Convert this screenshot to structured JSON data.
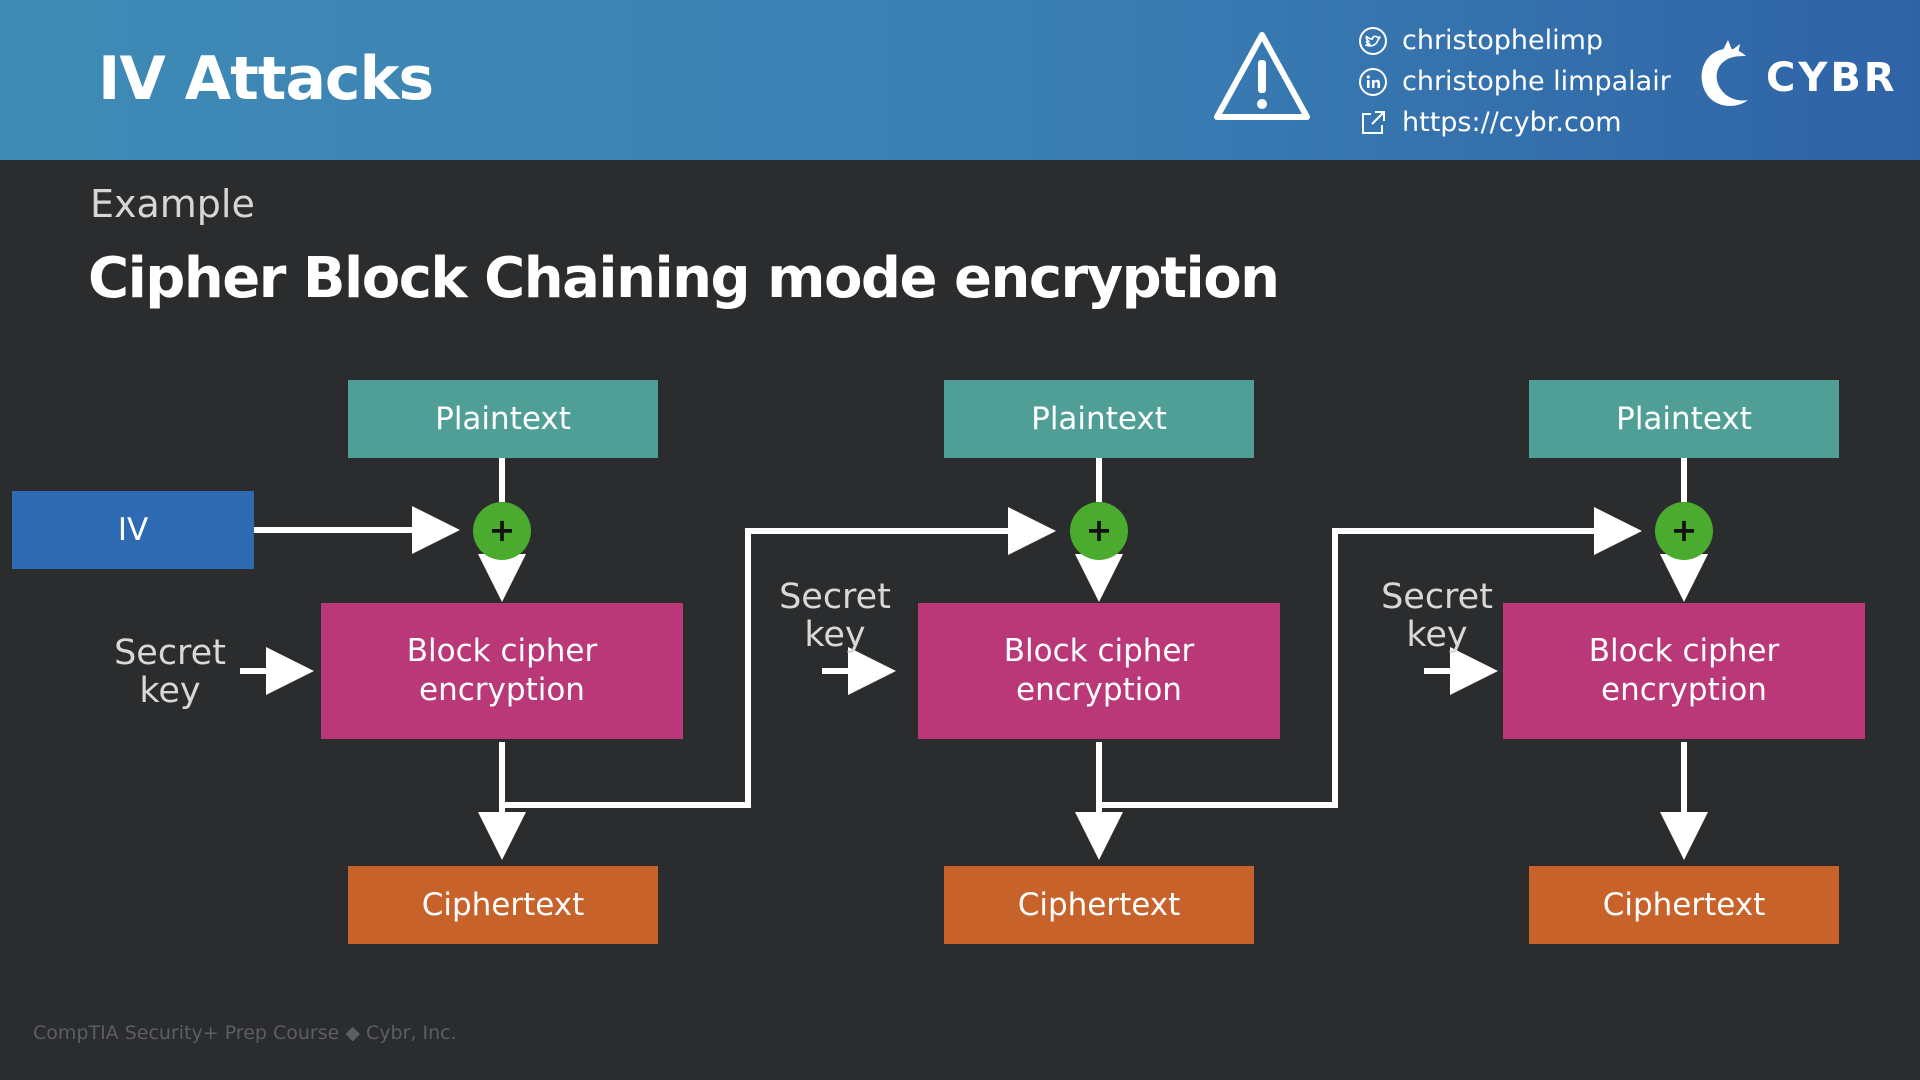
{
  "header": {
    "title": "IV Attacks",
    "social": [
      {
        "icon": "twitter-icon",
        "text": "christophelimp"
      },
      {
        "icon": "linkedin-icon",
        "text": "christophe limpalair"
      },
      {
        "icon": "external-link-icon",
        "text": "https://cybr.com"
      }
    ],
    "brand": "CYBR"
  },
  "subtitle": "Example",
  "heading": "Cipher Block Chaining mode encryption",
  "diagram": {
    "iv_label": "IV",
    "xor_symbol": "+",
    "stages": [
      {
        "plaintext": "Plaintext",
        "block_line1": "Block cipher",
        "block_line2": "encryption",
        "key_line1": "Secret",
        "key_line2": "key",
        "ciphertext": "Ciphertext"
      },
      {
        "plaintext": "Plaintext",
        "block_line1": "Block cipher",
        "block_line2": "encryption",
        "key_line1": "Secret",
        "key_line2": "key",
        "ciphertext": "Ciphertext"
      },
      {
        "plaintext": "Plaintext",
        "block_line1": "Block cipher",
        "block_line2": "encryption",
        "key_line1": "Secret",
        "key_line2": "key",
        "ciphertext": "Ciphertext"
      }
    ]
  },
  "footer": "CompTIA Security+ Prep Course ◆ Cybr, Inc.",
  "colors": {
    "plaintext": "#4f9f96",
    "block": "#ba3878",
    "ciphertext": "#c7632a",
    "iv": "#2f6bb3",
    "xor": "#4aab2f"
  }
}
